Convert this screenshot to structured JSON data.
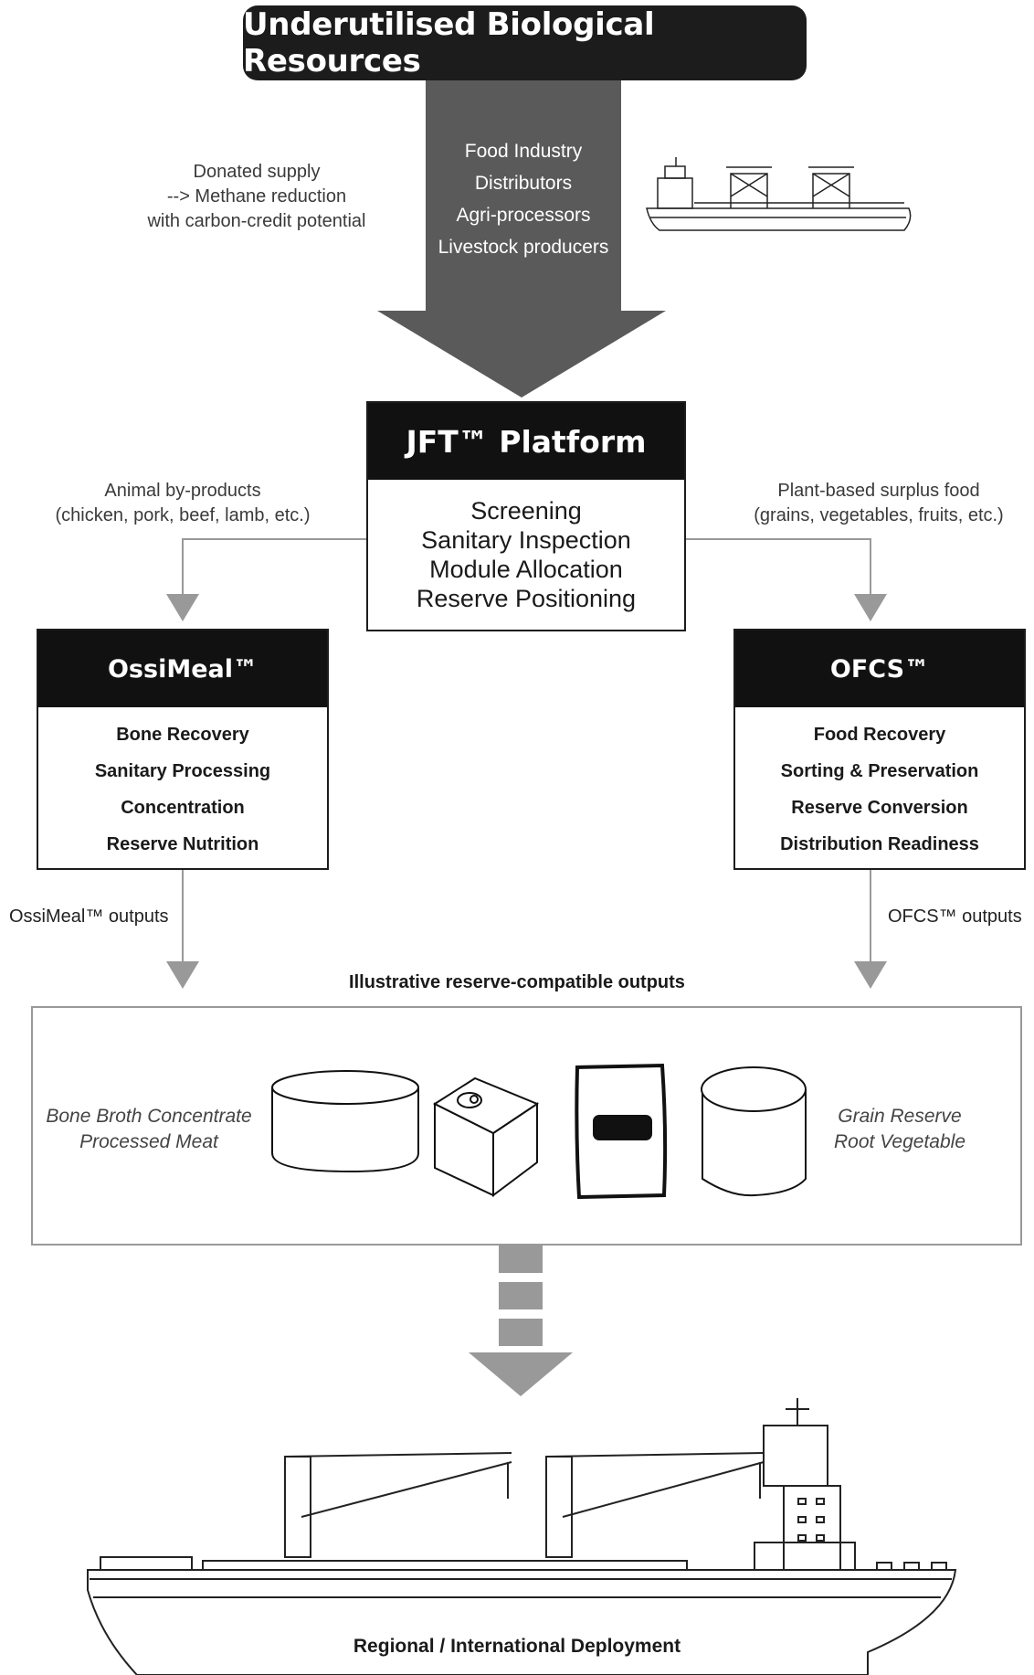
{
  "title": "Underutilised Biological Resources",
  "sources": [
    "Food Industry",
    "Distributors",
    "Agri-processors",
    "Livestock producers"
  ],
  "donated_note": [
    "Donated supply",
    "--> Methane reduction",
    "with carbon-credit potential"
  ],
  "platform": {
    "title": "JFT™ Platform",
    "steps": [
      "Screening",
      "Sanitary Inspection",
      "Module Allocation",
      "Reserve Positioning"
    ]
  },
  "left_input": [
    "Animal by-products",
    "(chicken, pork, beef, lamb, etc.)"
  ],
  "right_input": [
    "Plant-based surplus food",
    "(grains, vegetables, fruits, etc.)"
  ],
  "ossimeal": {
    "title": "OssiMeal™",
    "steps": [
      "Bone Recovery",
      "Sanitary Processing",
      "Concentration",
      "Reserve Nutrition"
    ],
    "outputs_label": "OssiMeal™ outputs"
  },
  "ofcs": {
    "title": "OFCS™",
    "steps": [
      "Food Recovery",
      "Sorting & Preservation",
      "Reserve Conversion",
      "Distribution Readiness"
    ],
    "outputs_label": "OFCS™ outputs"
  },
  "outputs_heading": "Illustrative reserve-compatible outputs",
  "left_products": [
    "Bone Broth Concentrate",
    "Processed Meat"
  ],
  "right_products": [
    "Grain Reserve",
    "Root Vegetable"
  ],
  "deployment_label": "Regional / International Deployment",
  "colors": {
    "dark": "#1c1c1c",
    "arrow_grey": "#5a5a5a",
    "flow_grey": "#999999"
  }
}
